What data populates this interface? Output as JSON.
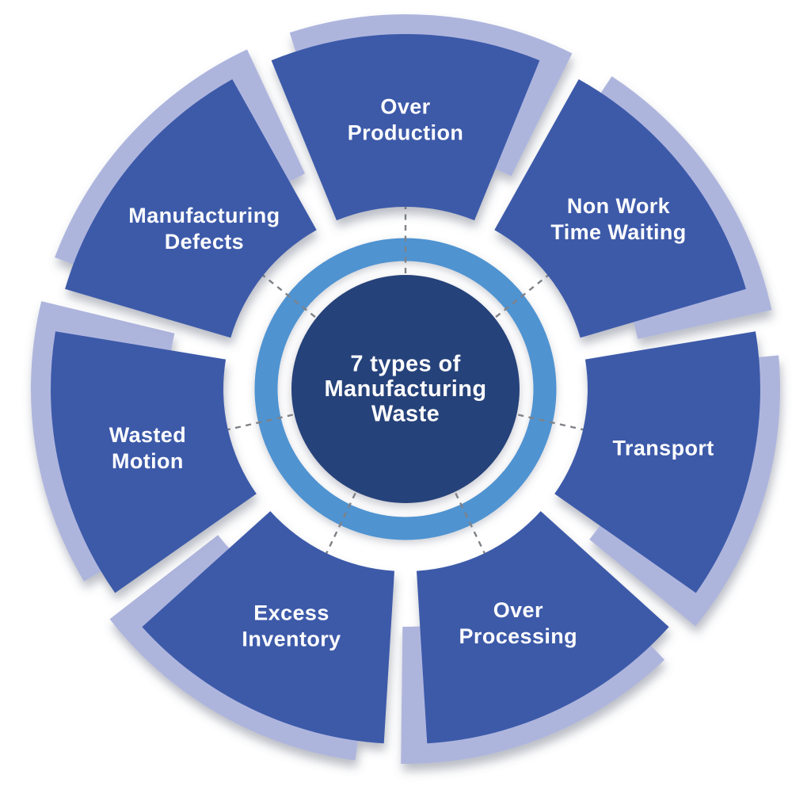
{
  "diagram": {
    "center": {
      "title_lines": [
        "7 types of",
        "Manufacturing",
        "Waste"
      ]
    },
    "segments": [
      {
        "id": "over-production",
        "lines": [
          "Over",
          "Production"
        ]
      },
      {
        "id": "non-work-time-waiting",
        "lines": [
          "Non Work",
          "Time Waiting"
        ]
      },
      {
        "id": "transport",
        "lines": [
          "Transport"
        ]
      },
      {
        "id": "over-processing",
        "lines": [
          "Over",
          "Processing"
        ]
      },
      {
        "id": "excess-inventory",
        "lines": [
          "Excess",
          "Inventory"
        ]
      },
      {
        "id": "wasted-motion",
        "lines": [
          "Wasted",
          "Motion"
        ]
      },
      {
        "id": "manufacturing-defects",
        "lines": [
          "Manufacturing",
          "Defects"
        ]
      }
    ],
    "colors": {
      "segment_fill": "#3d5aa9",
      "segment_back_arc": "#aeb5dd",
      "center_circle": "#27437a",
      "inner_ring": "#4f93d1",
      "dashed_tick": "#7f8287",
      "label_text": "#fdfdfe",
      "background": "#ffffff"
    },
    "layout": {
      "segment_count": 7,
      "start_angle_deg": 90,
      "gap_angle_deg": 7,
      "label_radii": [
        340,
        344,
        334,
        328,
        332,
        334,
        325
      ]
    }
  }
}
